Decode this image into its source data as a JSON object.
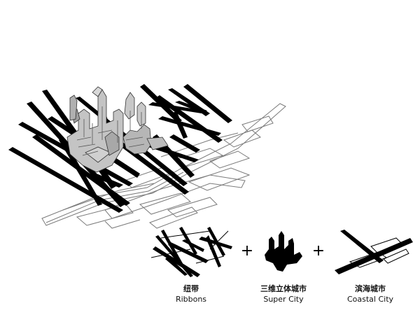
{
  "legend": {
    "ribbons": {
      "zh": "纽带",
      "en": "Ribbons"
    },
    "super_city": {
      "zh": "三维立体城市",
      "en": "Super City"
    },
    "coastal_city": {
      "zh": "滨海城市",
      "en": "Coastal City"
    }
  },
  "operator_plus": "+"
}
